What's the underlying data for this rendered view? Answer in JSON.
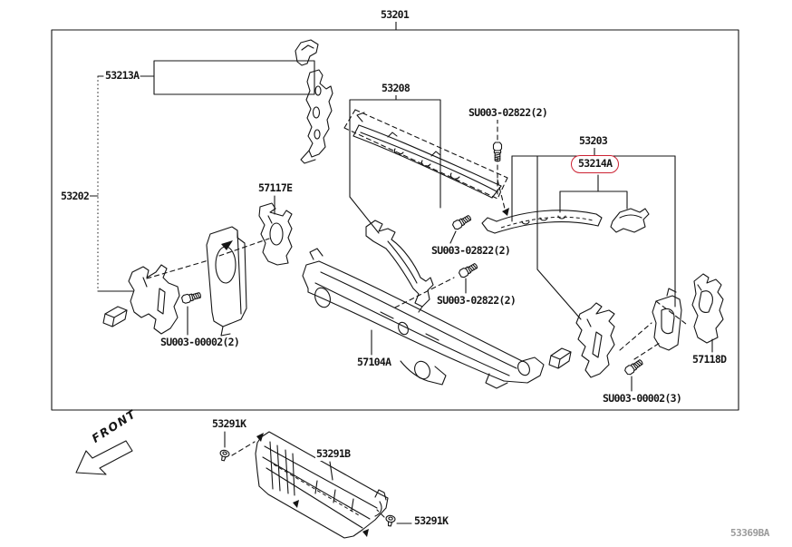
{
  "figure": {
    "footer_code": "53369BA",
    "front_arrow_label": "FRONT",
    "highlight_color": "#cc2233",
    "line_color": "#151515",
    "background": "#ffffff"
  },
  "labels": {
    "53201": "53201",
    "53213A": "53213A",
    "53202": "53202",
    "53208": "53208",
    "SU003_02822": "SU003-02822(2)",
    "53203": "53203",
    "53214A": "53214A",
    "57117E": "57117E",
    "SU003_00002_2": "SU003-00002(2)",
    "57104A": "57104A",
    "57118D": "57118D",
    "SU003_00002_3": "SU003-00002(3)",
    "53291K": "53291K",
    "53291B": "53291B"
  },
  "icons": {
    "bolt": "bolt-icon",
    "clip": "clip-icon",
    "front_arrow": "front-direction-arrow"
  }
}
